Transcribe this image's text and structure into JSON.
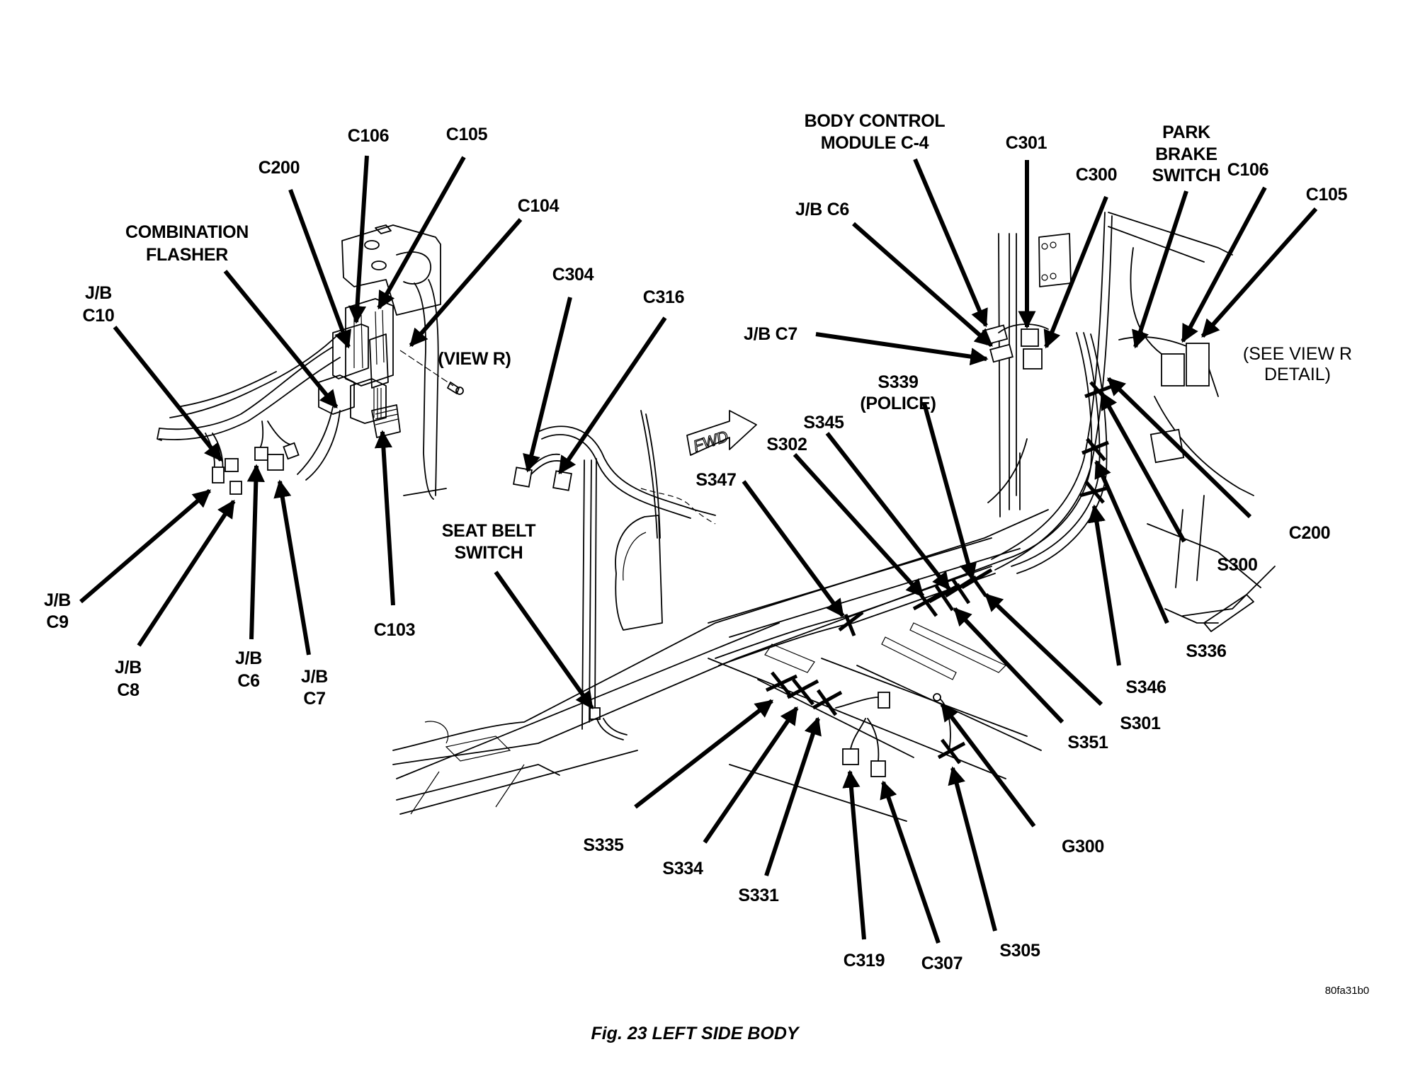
{
  "figure": {
    "caption": "Fig. 23 LEFT SIDE BODY",
    "image_code": "80fa31b0",
    "fwd_marker": "FWD",
    "view_r_label": "(VIEW R)",
    "see_view_r": [
      "(SEE VIEW R",
      "DETAIL)"
    ]
  },
  "left_view": {
    "labels": {
      "c106": "C106",
      "c105": "C105",
      "c200": "C200",
      "c104": "C104",
      "combination_flasher": [
        "COMBINATION",
        "FLASHER"
      ],
      "jb_c10": [
        "J/B",
        "C10"
      ],
      "jb_c9": [
        "J/B",
        "C9"
      ],
      "jb_c8": [
        "J/B",
        "C8"
      ],
      "jb_c6": [
        "J/B",
        "C6"
      ],
      "jb_c7": [
        "J/B",
        "C7"
      ],
      "c103": "C103"
    }
  },
  "main_view": {
    "labels": {
      "c304": "C304",
      "c316": "C316",
      "seat_belt_switch": [
        "SEAT BELT",
        "SWITCH"
      ],
      "body_control_module": [
        "BODY CONTROL",
        "MODULE C-4"
      ],
      "c301": "C301",
      "c300": "C300",
      "park_brake_switch": [
        "PARK",
        "BRAKE",
        "SWITCH"
      ],
      "c106": "C106",
      "c105": "C105",
      "jb_c6": "J/B C6",
      "jb_c7": "J/B C7",
      "s339": [
        "S339",
        "(POLICE)"
      ],
      "s345": "S345",
      "s302": "S302",
      "s347": "S347",
      "c200": "C200",
      "s300": "S300",
      "s336": "S336",
      "s346": "S346",
      "s301": "S301",
      "s351": "S351",
      "s335": "S335",
      "s334": "S334",
      "s331": "S331",
      "c319": "C319",
      "c307": "C307",
      "s305": "S305",
      "g300": "G300"
    }
  }
}
